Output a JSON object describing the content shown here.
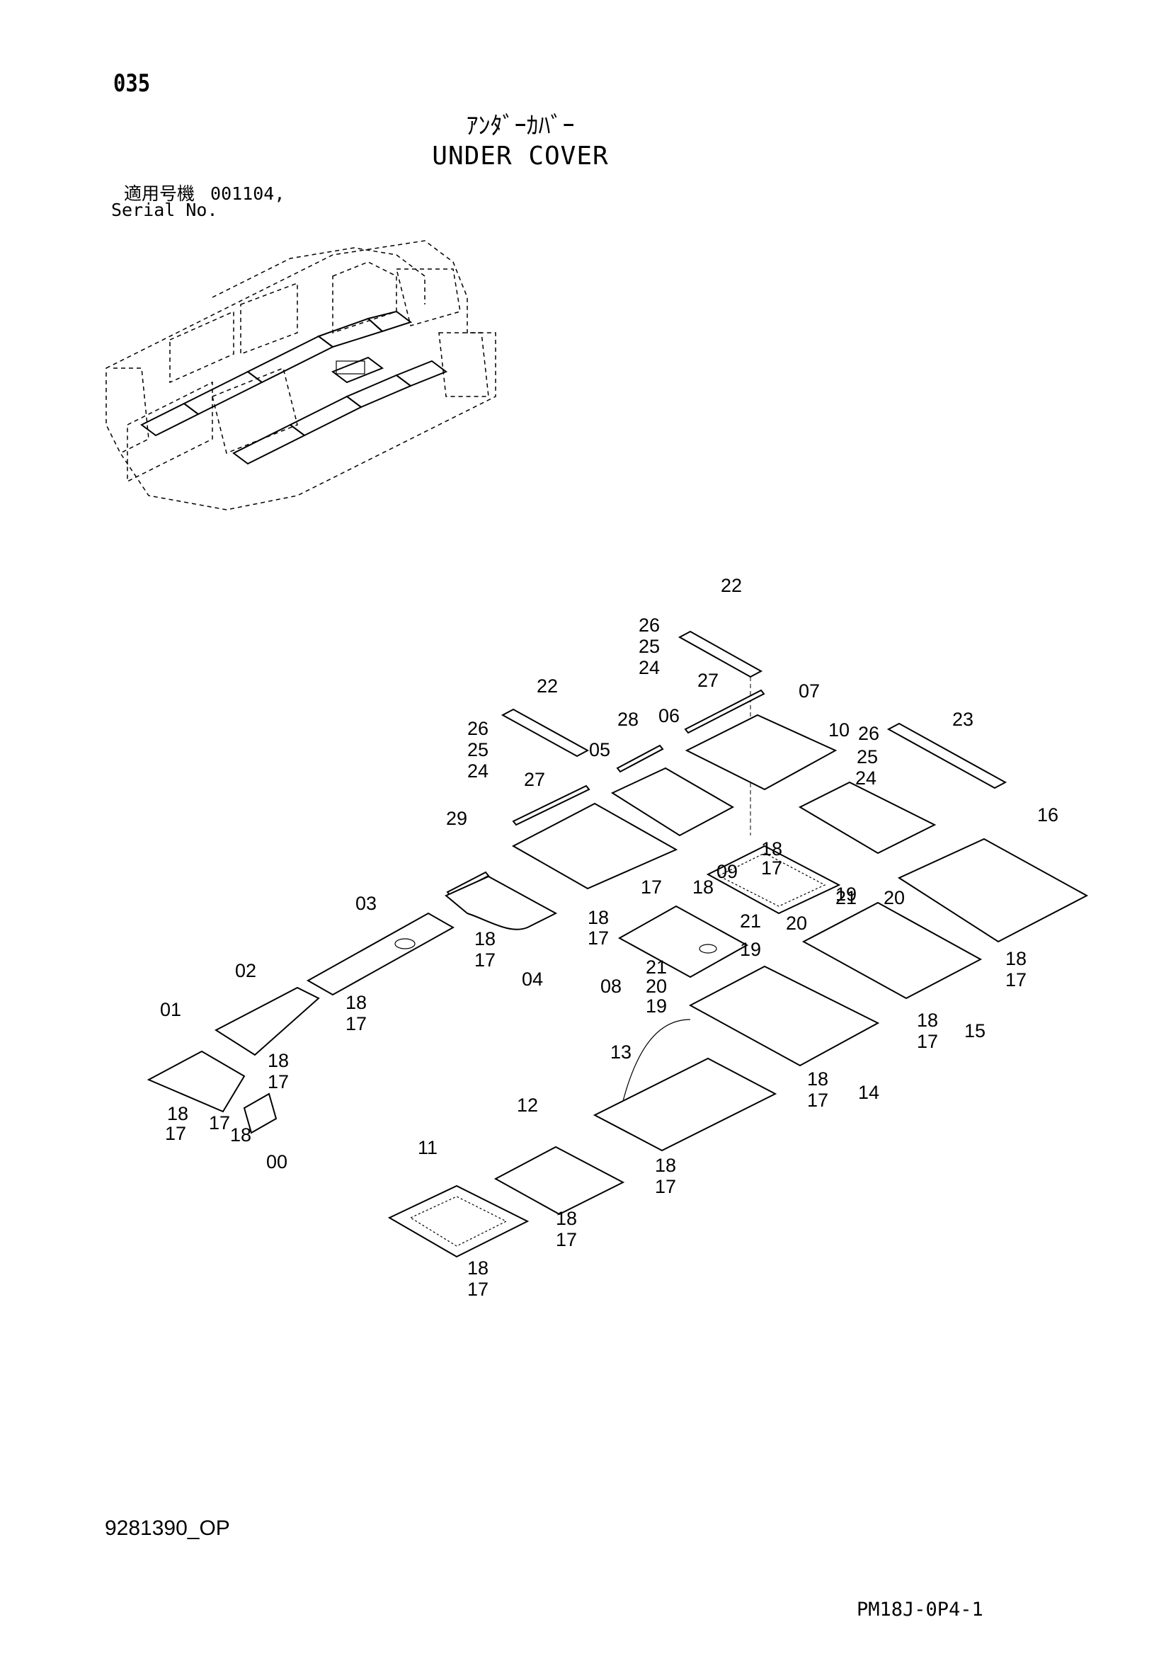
{
  "header": {
    "page_number": "035",
    "title_jp": "ｱﾝﾀﾞｰｶﾊﾞｰ",
    "title_en": "UNDER COVER",
    "serial_label_jp": "適用号機",
    "serial_value": "001104,",
    "serial_label_en": "Serial No."
  },
  "footer": {
    "document_code": "9281390_OP",
    "sheet_code": "PM18J-0P4-1"
  },
  "callouts": {
    "c22a": "22",
    "c26a": "26",
    "c25a": "25",
    "c24a": "24",
    "c27a": "27",
    "c07": "07",
    "c22b": "22",
    "c26b": "26",
    "c25b": "25",
    "c24b": "24",
    "c28": "28",
    "c06": "06",
    "c05": "05",
    "c10": "10",
    "c26c": "26",
    "c25c": "25",
    "c24c": "24",
    "c23": "23",
    "c27b": "27",
    "c29": "29",
    "c18a": "18",
    "c17a": "17",
    "c18b": "18",
    "c17b": "17",
    "c09": "09",
    "c16": "16",
    "c21a": "21",
    "c20a": "20",
    "c19a": "19",
    "c03": "03",
    "c18c": "18",
    "c17c": "17",
    "c21b": "21",
    "c20b": "20",
    "c19b": "19",
    "c18d": "18",
    "c17d": "17",
    "c04": "04",
    "c21c": "21",
    "c20c": "20",
    "c19c": "19",
    "c08": "08",
    "c18e": "18",
    "c17e": "17",
    "c02": "02",
    "c18f": "18",
    "c17f": "17",
    "c01": "01",
    "c18g": "18",
    "c17g": "17",
    "c15": "15",
    "c18h": "18",
    "c17h": "17",
    "c18i": "18",
    "c17i": "17",
    "c17j": "17",
    "c18j": "18",
    "c00": "00",
    "c13": "13",
    "c18k": "18",
    "c17k": "17",
    "c14": "14",
    "c12": "12",
    "c11": "11",
    "c18l": "18",
    "c17l": "17",
    "c18m": "18",
    "c17m": "17",
    "c18n": "18",
    "c17n": "17"
  }
}
